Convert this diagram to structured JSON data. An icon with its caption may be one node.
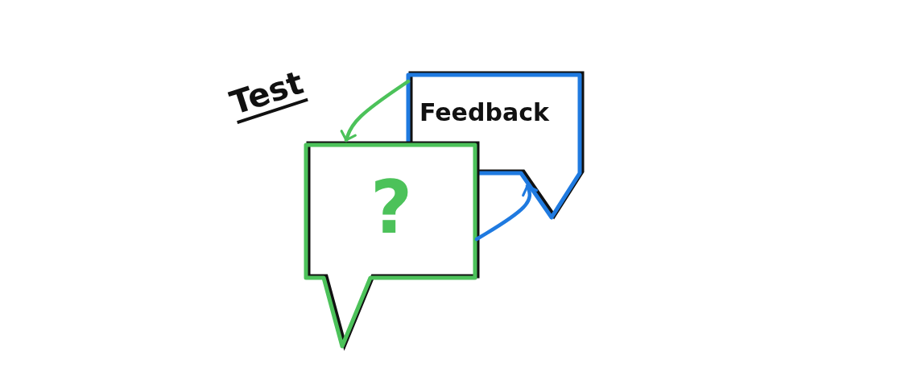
{
  "diagram": {
    "nodes": [
      {
        "text": [
          "Feedback"
        ]
      },
      {
        "text": [
          "?"
        ]
      }
    ],
    "edges": [
      {
        "from": 0,
        "to": 1,
        "arrow": "to",
        "color": "#4cc25a"
      },
      {
        "from": 1,
        "to": 0,
        "arrow": "to",
        "color": "#1f7ae0"
      }
    ],
    "labels": [
      "Test"
    ]
  }
}
